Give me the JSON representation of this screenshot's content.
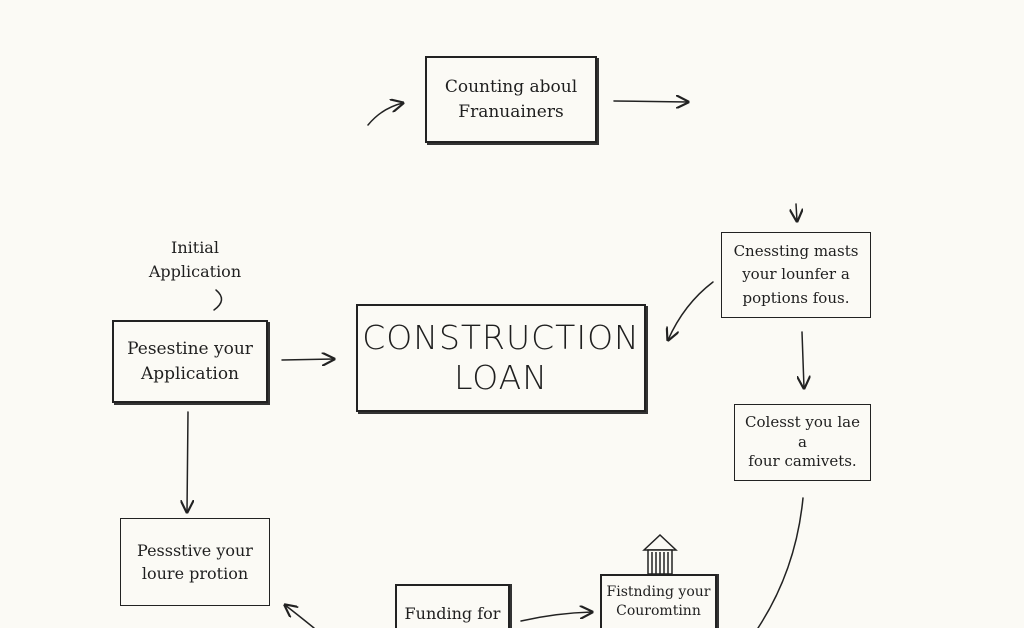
{
  "center": {
    "line1": "CONSTRUCTION",
    "line2": "LOAN"
  },
  "top_box": {
    "line1": "Counting aboul",
    "line2": "Franuainers"
  },
  "left_note": {
    "line1": "Initial",
    "line2": "Application"
  },
  "left_box": {
    "line1": "Pesestine your",
    "line2": "Application"
  },
  "right_box1": {
    "line1": "Cnessting masts",
    "line2": "your lounfer a",
    "line3": "poptions fous."
  },
  "right_box2": {
    "line1": "Colesst you lae",
    "line2": "a",
    "line3": "four camivets."
  },
  "bottom_left_box": {
    "line1": "Pessstive your",
    "line2": "loure protion"
  },
  "bottom_mid_box": {
    "line1": "Funding for"
  },
  "bottom_right_box": {
    "line1": "Fistnding your",
    "line2": "Couromtinn"
  }
}
